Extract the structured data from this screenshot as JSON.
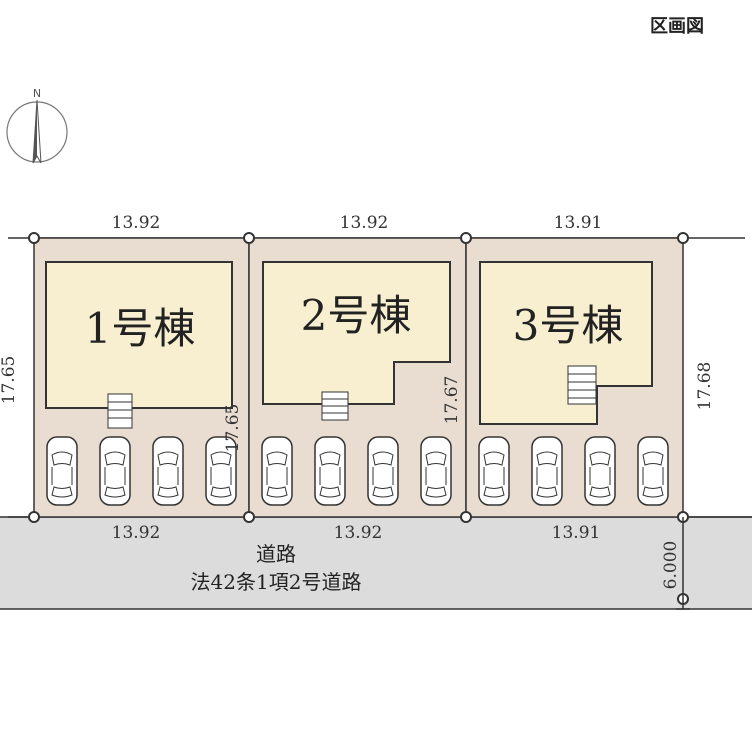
{
  "header": {
    "title": "区画図"
  },
  "compass": {
    "label": "N"
  },
  "lots": [
    {
      "building": "1号棟",
      "top_width": "13.92",
      "bottom_width": "13.92",
      "left_depth": "17.65",
      "right_depth": "17.65",
      "parking_spaces": 4
    },
    {
      "building": "2号棟",
      "top_width": "13.92",
      "bottom_width": "13.92",
      "right_depth": "17.67",
      "parking_spaces": 4
    },
    {
      "building": "3号棟",
      "top_width": "13.91",
      "bottom_width": "13.91",
      "right_depth": "17.68",
      "parking_spaces": 4
    }
  ],
  "road": {
    "name": "道路",
    "type": "法42条1項2号道路",
    "width": "6.000"
  },
  "colors": {
    "lot_fill": "#e8ddd0",
    "building_fill": "#f7efd0",
    "road_fill": "#dcdcdc",
    "outline": "#333333"
  }
}
